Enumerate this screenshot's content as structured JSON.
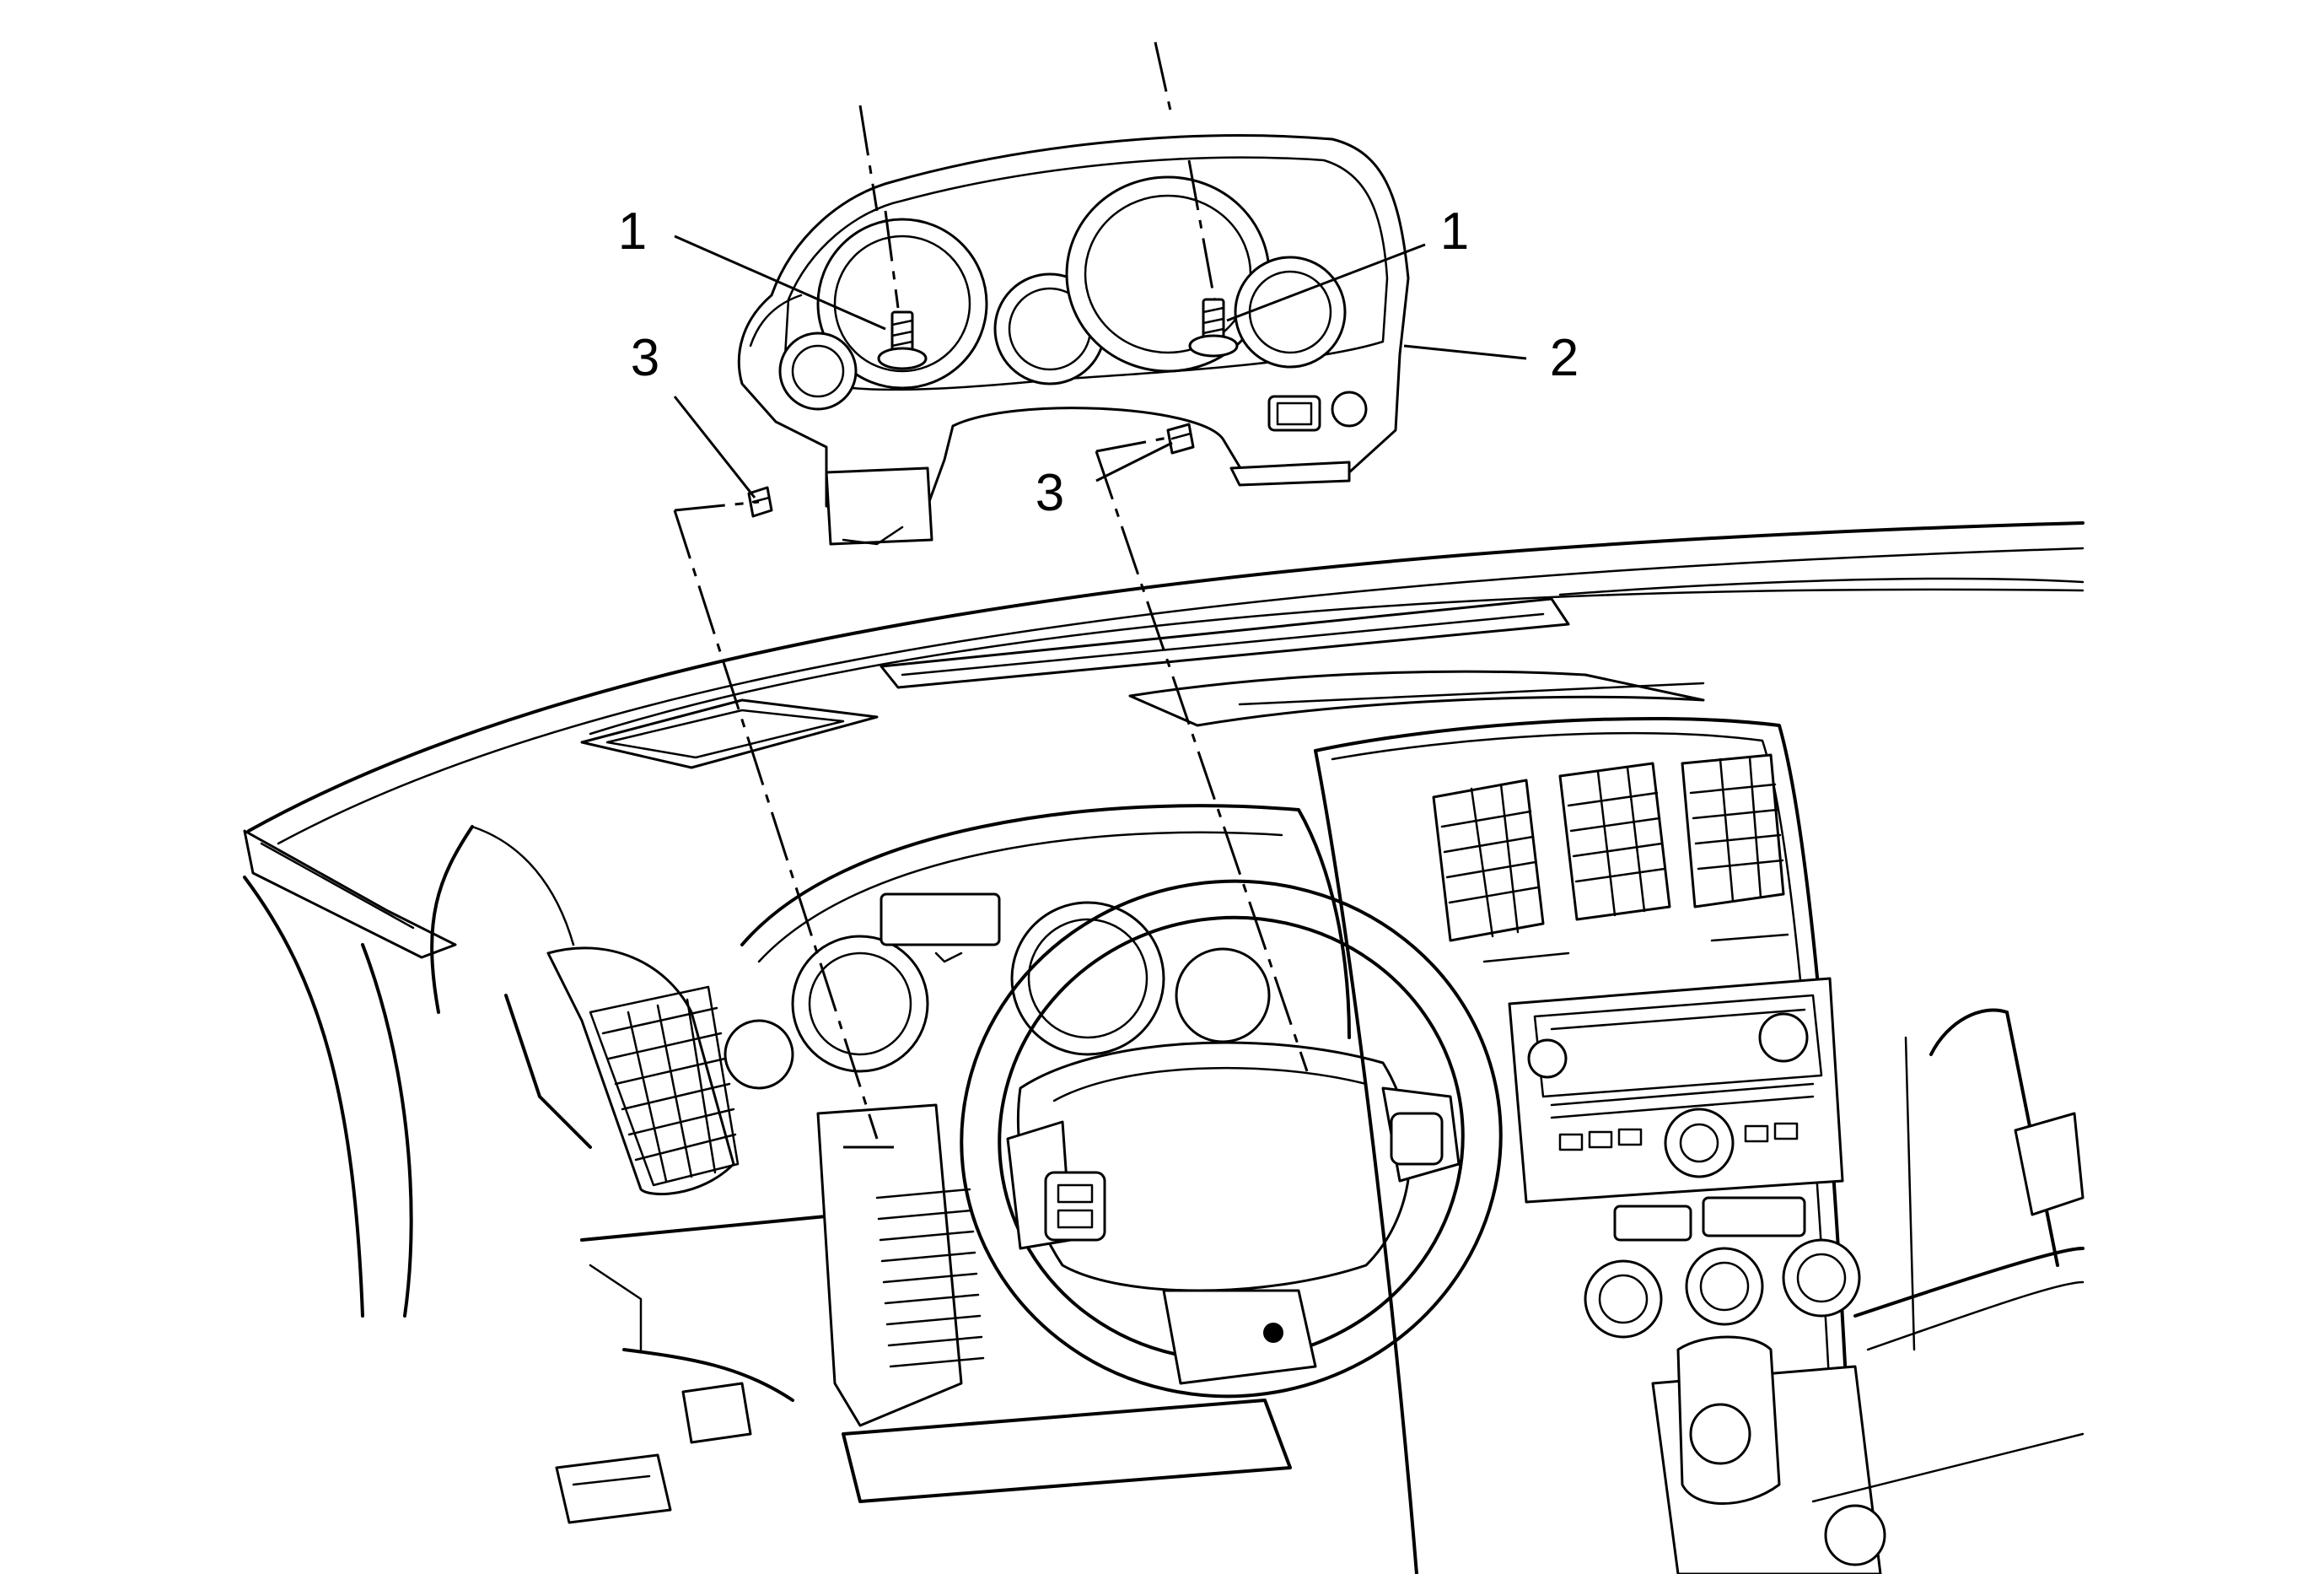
{
  "callouts": {
    "c1_left": "1",
    "c1_right": "1",
    "c2": "2",
    "c3_left": "3",
    "c3_right": "3"
  },
  "colors": {
    "ink": "#000000",
    "paper": "#ffffff"
  }
}
